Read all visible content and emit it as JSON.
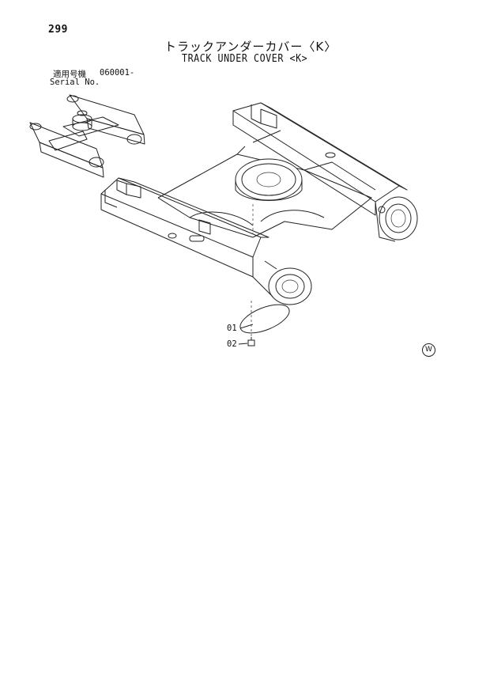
{
  "page_number": "299",
  "title_jp": "トラックアンダーカバー〈K〉",
  "title_en": "TRACK UNDER COVER <K>",
  "serial": {
    "label_jp": "適用号機",
    "value": "060001-",
    "label_en": "Serial No."
  },
  "callouts": [
    "01",
    "02"
  ],
  "mark": "W"
}
